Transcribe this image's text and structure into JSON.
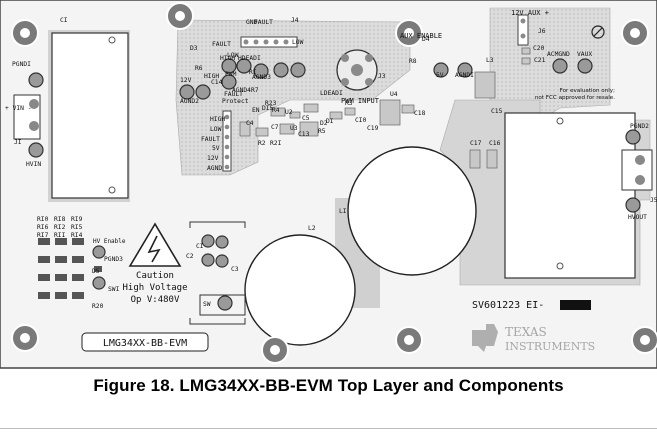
{
  "figure_caption": "Figure 18.  LMG34XX-BB-EVM Top Layer and Components",
  "board_label": "LMG34XX-BB-EVM",
  "serial_prefix": "SV601223 EI-",
  "warning": {
    "line1": "Caution",
    "line2": "High Voltage",
    "line3": "Op V:480V"
  },
  "evaluation_note": {
    "line1": "For evaluation only;",
    "line2": "not FCC approved for resale."
  },
  "logo": {
    "line1": "TEXAS",
    "line2": "INSTRUMENTS"
  },
  "pwm_input_label": "PWM INPUT",
  "aux_enable_label": "AUX ENABLE",
  "aux_supply_label": "12V AUX +",
  "hv_enable_label": "HV Enable",
  "labels": [
    "CI",
    "PGNDI",
    "+ VIN -",
    "JI",
    "HVIN",
    "FAULT",
    "D3",
    "R6",
    "GND",
    "FAULT",
    "LOW",
    "HIGH",
    "PWM",
    "J4",
    "LOW",
    "HDEADI",
    "HIGH",
    "AGND4",
    "RI",
    "AGND3",
    "R7",
    "12V",
    "C14",
    "AGND2",
    "FAULT",
    "Protect",
    "R23",
    "EN",
    "DI5",
    "R4",
    "J3",
    "LDEADI",
    "R3",
    "CI0",
    "HIGH",
    "LOW",
    "FAULT",
    "5V",
    "12V",
    "AGND",
    "C4",
    "C7",
    "R2",
    "R2I",
    "U2",
    "DI",
    "C5",
    "D2",
    "U3",
    "C13",
    "R5",
    "U4",
    "C19",
    "5V",
    "AGNDI",
    "L3",
    "C18",
    "D4",
    "R8",
    "J6",
    "C20",
    "C21",
    "ACMGND",
    "VAUX",
    "C15",
    "PGND2",
    "C17",
    "C16",
    "LI",
    "J5",
    "HVOUT",
    "RI0",
    "RI8",
    "RI9",
    "RI6",
    "RI2",
    "RI5",
    "RI7",
    "RII",
    "RI4",
    "PGND3",
    "D5",
    "SWI",
    "R20",
    "L2",
    "CI",
    "C2",
    "C3",
    "SW"
  ],
  "icons": [
    "hv-warning-triangle-icon",
    "no-fcc-symbol-icon",
    "ti-logo-icon"
  ]
}
